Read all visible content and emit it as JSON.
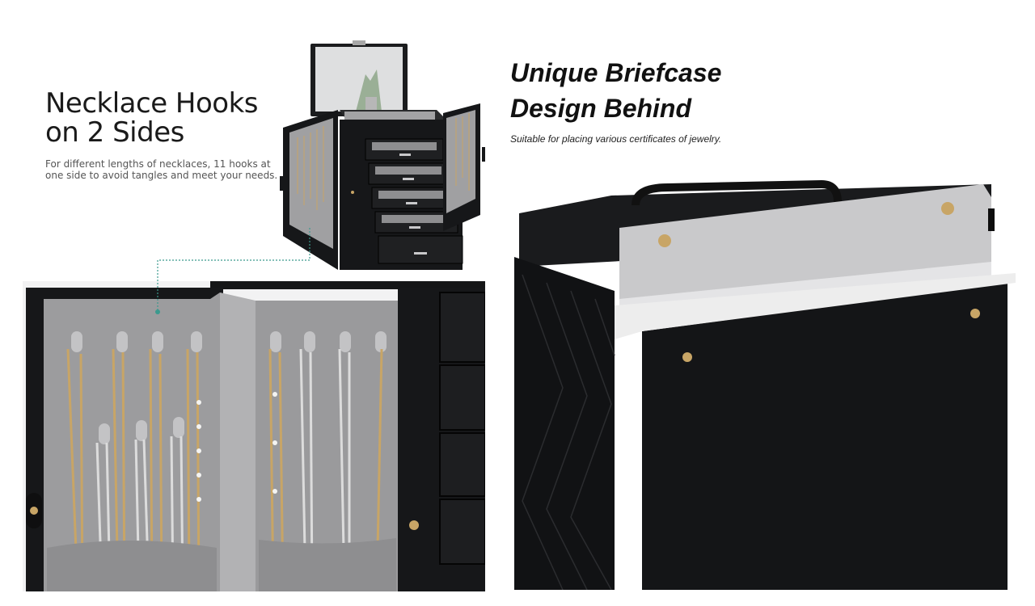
{
  "left_feature": {
    "title_line1": "Necklace Hooks",
    "title_line2": "on 2 Sides",
    "description_line1": "For different lengths of necklaces, 11 hooks at",
    "description_line2": "one side to avoid tangles and meet your needs."
  },
  "right_feature": {
    "title_line1": "Unique Briefcase",
    "title_line2": "Design Behind",
    "description": "Suitable for placing various certificates of jewelry."
  },
  "colors": {
    "leather_black": "#161719",
    "lining_grey": "#9c9c9e",
    "callout_teal": "#3b9a8e",
    "silver_flap": "#c9c9cb",
    "gold_hardware": "#c8a566"
  }
}
